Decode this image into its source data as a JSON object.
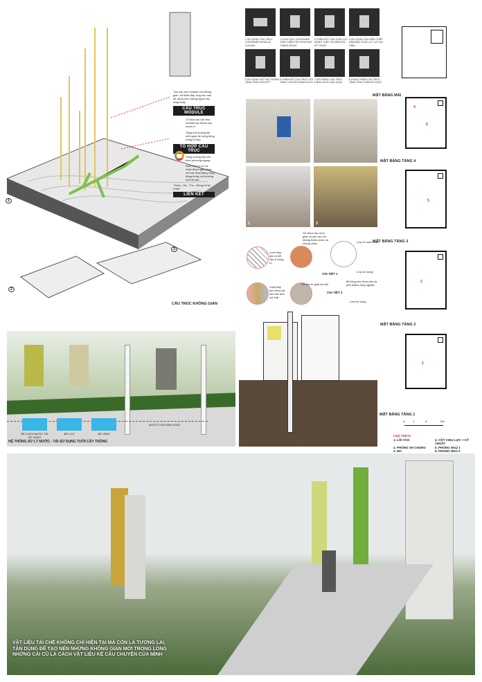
{
  "spatial": {
    "title": "CẤU TRÚC KHÔNG GIAN",
    "intro": "Tạo cấu trúc module với không gian, tối thiểu đáp ứng nhu cầu sử dụng cho những người thu nhập thấp",
    "module_title": "CẤU TRÚC MODULE",
    "module_text1": "Tổ hợp các cấu trúc module tạo thành các nhóm ở",
    "module_text2": "Tăng tính tương tác mỗi quan hệ cộng đồng trong tổ hợp",
    "combo_title": "TỔ HỢP CẤU TRÚC",
    "combo_text1": "Tăng cường liên kết theo phương ngang",
    "combo_text2": "Đảm bảo tự do cá nhân được gắn bằng với các hoạt động cộng đồng trong môi trường mới lối sao",
    "quote": "\"Xuân - Hạ - Thu - Đông rồi lại Xuân\"",
    "link_title": "LIÊN KẾT",
    "markers": [
      "1",
      "2",
      "3"
    ]
  },
  "steps": [
    "1 SỬ DỤNG CẤU TRÚC CONTAINER MODULE 4.0X10M",
    "2 XOAY DỌC CONTAINER TĂNG DIỆN TÍCH PHƯƠNG THẲNG ĐỨNG",
    "3 THÊM KẾT CẤU CHỊU LỰC ĐỨNG THÉP VÀ ĐIỂM NỐI KỸ THUẬT",
    "4 SỬ DỤNG CẤU KIỆN THÉP ĐẢM BẢO CHỊU LỰC VÀ TẠO HÌNH",
    "5 SỬ DỤNG KẾT NỐI THÔNG TĂNG TÍNH LIÊN KẾT",
    "6 THÊM KẾT CẤU TRỤC VỚI TĂNG CHUYỂN ĐỘNG KHỐI",
    "7 MỞ RỘNG CẤU TRÚC ĐỘNG KHỐI LINH HOẠT",
    "8 HOÀN THIỆN CẤU TRÚC TĂNG TÍNH THẨM MỸ KHỐI"
  ],
  "plans": {
    "roof": "MẶT BẰNG MÁI",
    "f4": "MẶT BẰNG TẦNG 4",
    "f3": "MẶT BẰNG TẦNG 3",
    "f2": "MẶT BẰNG TẦNG 2",
    "f1": "MẶT BẰNG TẦNG 1",
    "scale": [
      "0",
      "1",
      "3",
      "5M"
    ],
    "legend_title": "CHÚ THÍCH",
    "legend": [
      "1. LỐI VÀO",
      "2. PHÒNG SH CHUNG",
      "3. WC",
      "4. CỘT CHỊU LỰC + KỸ THUẬT",
      "5. PHÒNG NGỦ 1",
      "6. PHÒNG NGỦ 2"
    ]
  },
  "photos": {
    "labels": [
      "1",
      "2"
    ]
  },
  "details": {
    "d1_title": "CHI TIẾT 1",
    "d2_title": "CHI TIẾT 2",
    "mesh_text": "Lưới thép gia cố kết cấu & trang trí",
    "pipe_text": "Chai thủy tinh được tái chế làm đèn nội thất",
    "d1_note": "Gỗ được tạo ra từ giấy và các cao-xin, không thấm nước và chống cháy",
    "d1_outer": "Lớp vỏ cách nhiệt",
    "d1_inner": "Lớp tôn sóng",
    "d2_note": "Gỗ làm từ giấy tái chế",
    "d2_note2": "Bê tông nhẹ được làm từ phế phẩm công nghiệp",
    "d2_inner": "Lớp tôn sóng"
  },
  "water": {
    "title": "HỆ THỐNG XỬ LÝ NƯỚC - TÁI SỬ DỤNG TƯỚI CÂY TRỒNG",
    "tanks": [
      "BỂ CHỨA NƯỚC TÁI SỬ DỤNG",
      "BỂ LỌC",
      "BỂ LẮNG"
    ],
    "waste_label": "NƯỚC THẢI SINH HOẠT"
  },
  "render": {
    "quote": "VẬT LIỆU TÁI CHẾ KHÔNG CHỈ HIỆN TẠI MÀ CÒN LÀ TƯƠNG LAI, TẬN DỤNG ĐỂ TẠO NÊN NHỮNG KHÔNG GIAN MỚI TRONG LÒNG NHỮNG CÁI CŨ LÀ CÁCH VẬT LIỆU KỂ CÂU CHUYỆN CỦA MÌNH"
  },
  "colors": {
    "accent_red": "#e02020",
    "water_blue": "#38b6e8",
    "green": "#6fb23a",
    "yellow": "#e8c23a"
  }
}
